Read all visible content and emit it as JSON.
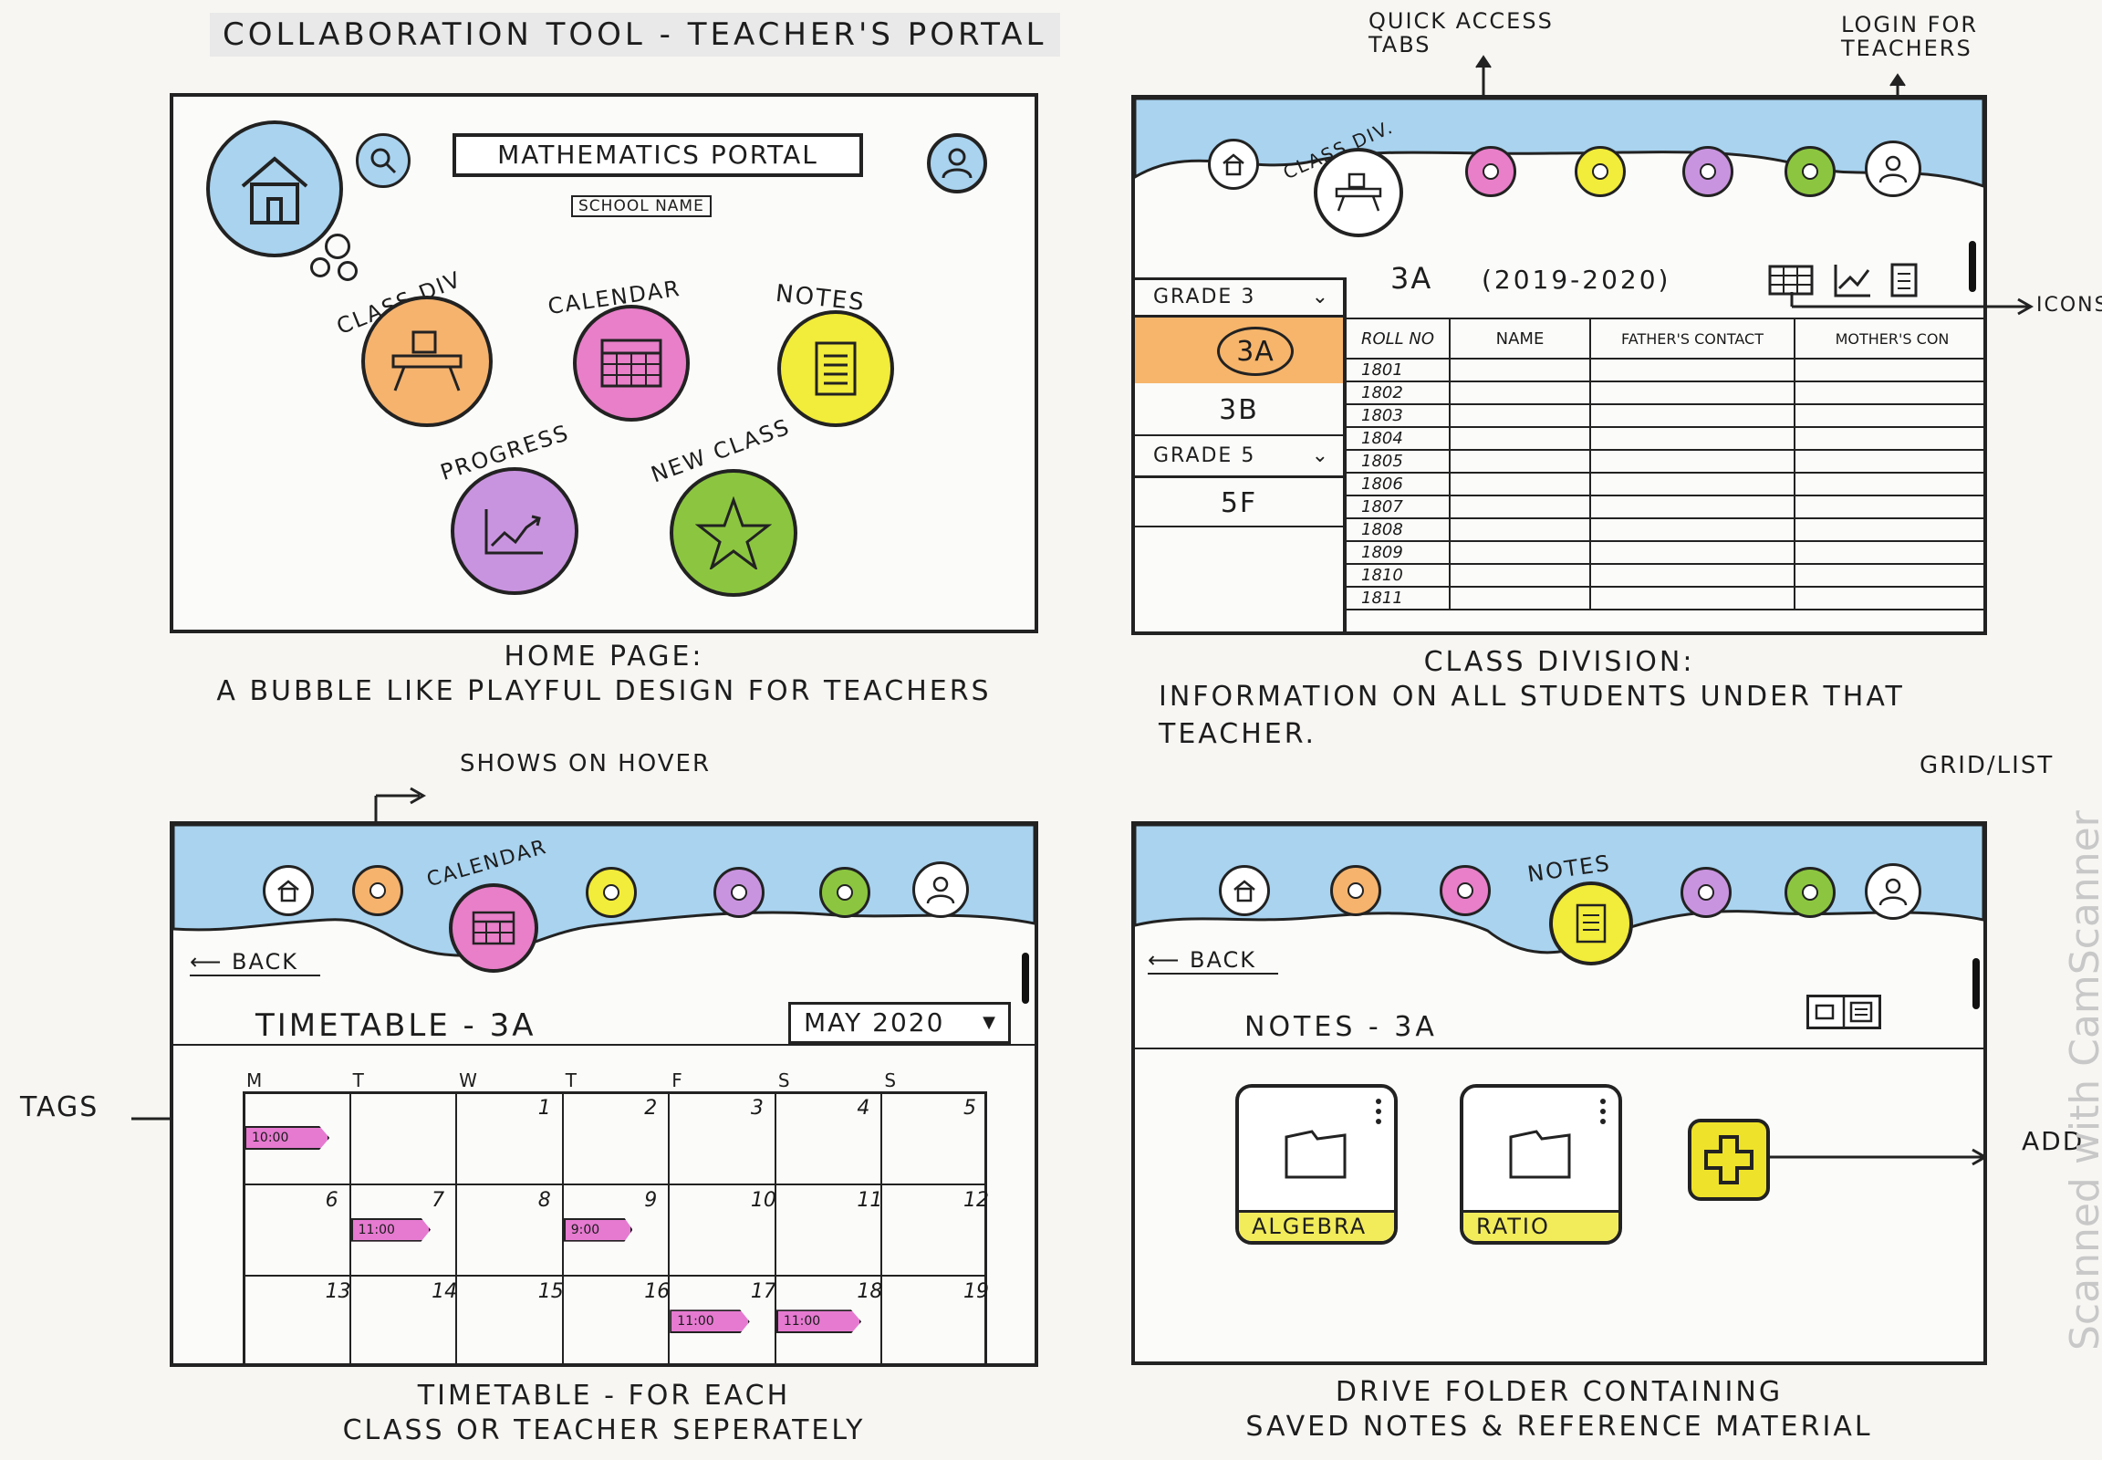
{
  "title": "COLLABORATION TOOL - TEACHER'S PORTAL",
  "home": {
    "portal_title": "MATHEMATICS PORTAL",
    "school_name": "SCHOOL NAME",
    "bubbles": [
      {
        "label": "CLASS DIV",
        "icon": "desk-icon",
        "color": "#f5b36e"
      },
      {
        "label": "CALENDAR",
        "icon": "calendar-grid-icon",
        "color": "#e87fc8"
      },
      {
        "label": "NOTES",
        "icon": "note-icon",
        "color": "#f2ec3a"
      },
      {
        "label": "PROGRESS",
        "icon": "chart-icon",
        "color": "#c994df"
      },
      {
        "label": "NEW CLASS",
        "icon": "star-icon",
        "color": "#8cc640"
      }
    ],
    "caption_title": "HOME PAGE:",
    "caption_text": "A BUBBLE LIKE PLAYFUL DESIGN FOR TEACHERS"
  },
  "class_div": {
    "annotation_tabs": "QUICK ACCESS TABS",
    "annotation_login": "LOGIN FOR TEACHERS",
    "annotation_icons": "ICONS",
    "active_tab": "CLASS DIV.",
    "header": "3A",
    "year": "(2019-2020)",
    "grade_groups": [
      {
        "grade": "GRADE 3",
        "classes": [
          "3A",
          "3B"
        ]
      },
      {
        "grade": "GRADE 5",
        "classes": [
          "5F"
        ]
      }
    ],
    "columns": [
      "ROLL NO",
      "NAME",
      "FATHER'S CONTACT",
      "MOTHER'S CON"
    ],
    "rolls": [
      "1801",
      "1802",
      "1803",
      "1804",
      "1805",
      "1806",
      "1807",
      "1808",
      "1809",
      "1810",
      "1811"
    ],
    "caption_title": "CLASS DIVISION:",
    "caption_text": "INFORMATION ON ALL STUDENTS UNDER THAT TEACHER."
  },
  "calendar": {
    "annotation_hover": "SHOWS ON HOVER",
    "annotation_tags": "TAGS",
    "active_tab": "CALENDAR",
    "back": "BACK",
    "heading": "TIMETABLE - 3A",
    "month": "MAY 2020",
    "weekdays": [
      "M",
      "T",
      "W",
      "T",
      "F",
      "S",
      "S"
    ],
    "weeks": [
      [
        "",
        "",
        "",
        "1",
        "2",
        "3",
        "4",
        "5"
      ],
      [
        "6",
        "7",
        "8",
        "9",
        "10",
        "11",
        "12"
      ],
      [
        "13",
        "14",
        "15",
        "16",
        "17",
        "18",
        "19"
      ]
    ],
    "tags": [
      "10:00",
      "11:00",
      "9:00",
      "11:00",
      "11:00"
    ],
    "caption_title": "TIMETABLE - FOR EACH",
    "caption_text": "CLASS OR TEACHER SEPERATELY"
  },
  "notes": {
    "annotation_grid": "GRID/LIST",
    "annotation_add": "ADD",
    "active_tab": "NOTES",
    "back": "BACK",
    "heading": "NOTES - 3A",
    "folders": [
      "ALGEBRA",
      "RATIO"
    ],
    "caption_title": "DRIVE FOLDER CONTAINING",
    "caption_text": "SAVED NOTES & REFERENCE MATERIAL"
  },
  "watermark": "Scanned with CamScanner",
  "colors": {
    "sky": "#a9d3ef",
    "orange": "#f5b36e",
    "pink": "#e87fc8",
    "yellow": "#f2ec3a",
    "purple": "#c994df",
    "green": "#8cc640"
  }
}
